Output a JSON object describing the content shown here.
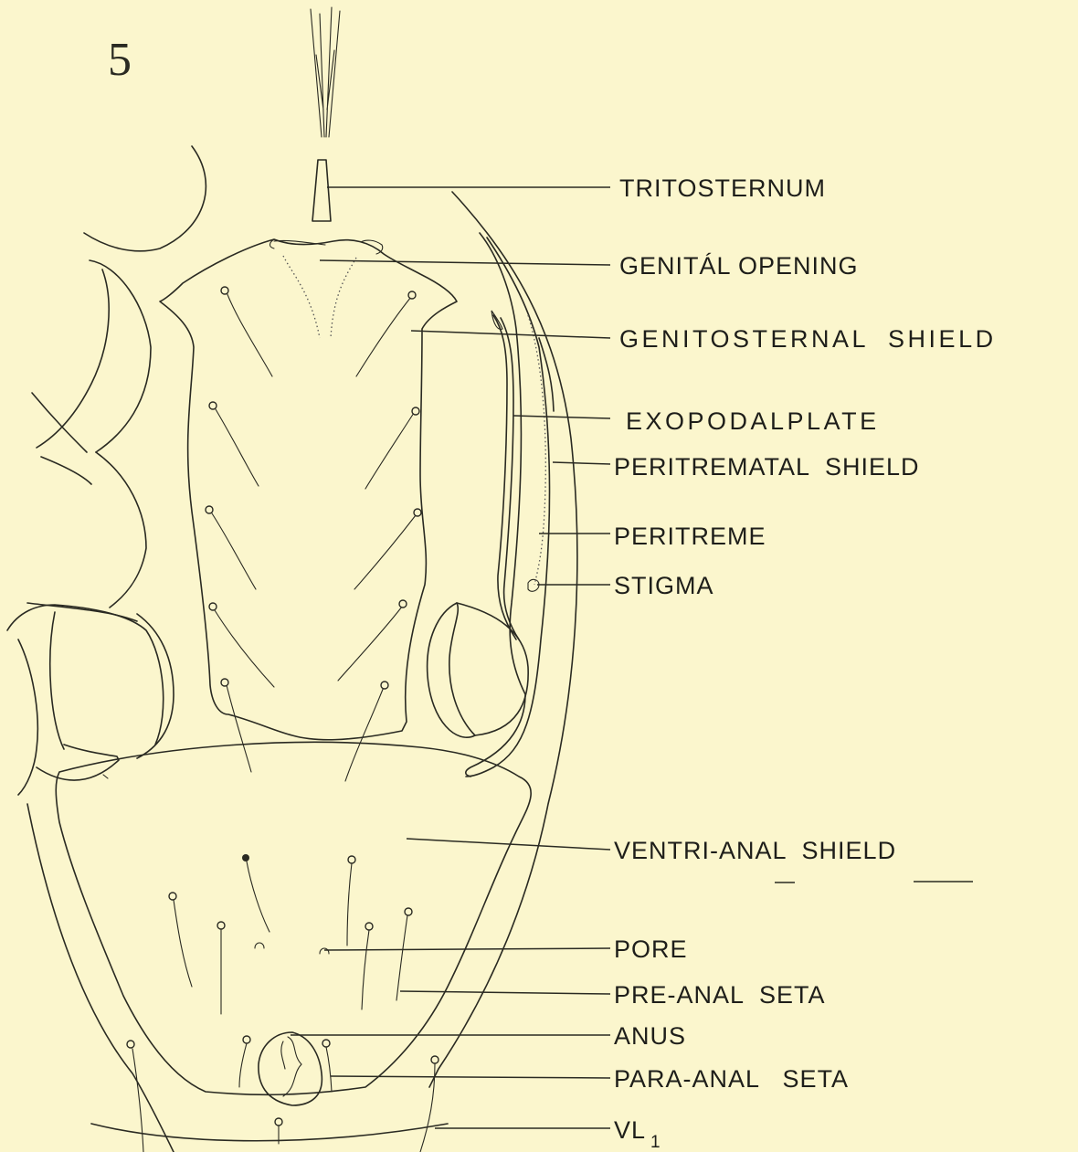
{
  "figure": {
    "number": "5",
    "labels": {
      "tritosternum": "TRITOSTERNUM",
      "genital_opening": "GENITÁL OPENING",
      "genitosternal_shield": "GENITOSTERNAL  SHIELD",
      "exopodal_plate": "EXOPODALPLATE",
      "peritrematal_shield": "PERITREMATAL  SHIELD",
      "peritreme": "PERITREME",
      "stigma": "STIGMA",
      "ventri_anal_shield": "VENTRI-ANAL  SHIELD",
      "pore": "PORE",
      "pre_anal_seta": "PRE-ANAL  SETA",
      "anus": "ANUS",
      "para_anal_seta": "PARA-ANAL   SETA",
      "vl1": "VL",
      "vl1_sub": "1"
    }
  },
  "colors": {
    "background": "#fbf6cd",
    "ink": "#2a2a22"
  }
}
